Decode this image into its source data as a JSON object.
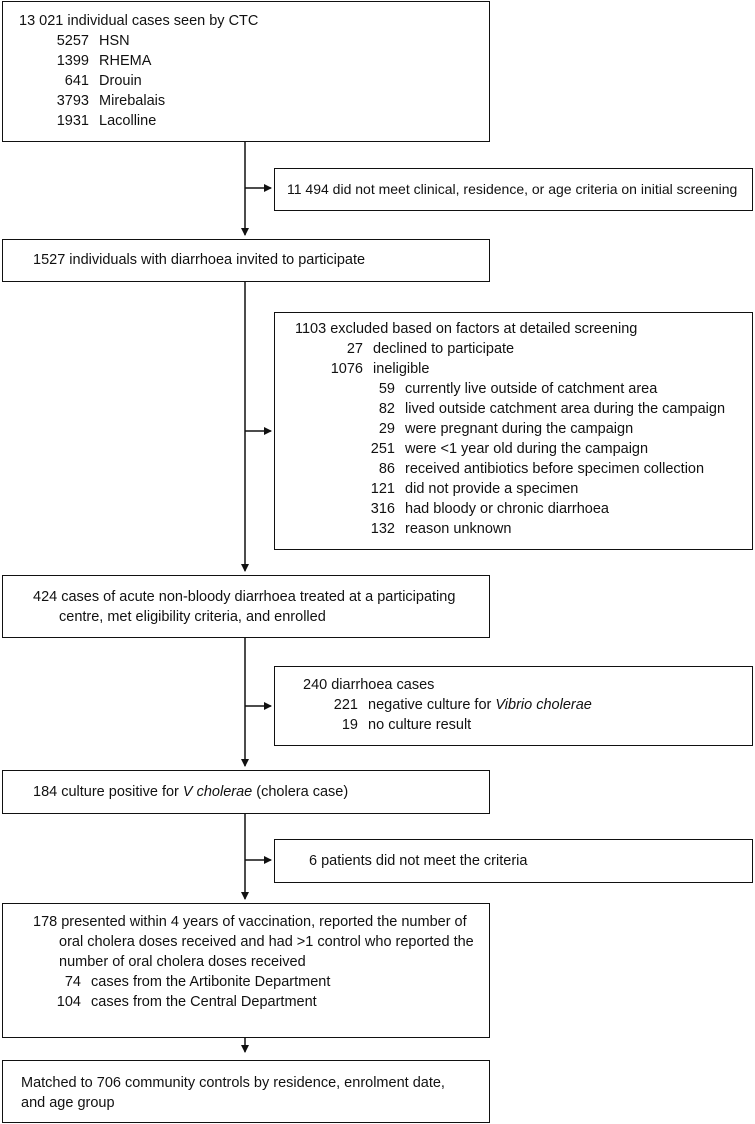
{
  "box1": {
    "title": "13 021 individual cases seen by CTC",
    "items": [
      {
        "num": "5257",
        "label": "HSN"
      },
      {
        "num": "1399",
        "label": "RHEMA"
      },
      {
        "num": "641",
        "label": "Drouin"
      },
      {
        "num": "3793",
        "label": "Mirebalais"
      },
      {
        "num": "1931",
        "label": "Lacolline"
      }
    ]
  },
  "excl1": {
    "text": "11 494 did not meet clinical, residence, or age criteria on initial screening"
  },
  "box2": {
    "text": "1527 individuals with diarrhoea invited to participate"
  },
  "excl2": {
    "title": "1103 excluded based on factors at detailed screening",
    "declined": {
      "num": "27",
      "label": "declined to participate"
    },
    "ineligible": {
      "num": "1076",
      "label": "ineligible"
    },
    "items": [
      {
        "num": "59",
        "label": "currently live outside of catchment area"
      },
      {
        "num": "82",
        "label": "lived outside catchment area during the campaign"
      },
      {
        "num": "29",
        "label": "were pregnant during the campaign"
      },
      {
        "num": "251",
        "label": "were <1 year old during the campaign"
      },
      {
        "num": "86",
        "label": "received antibiotics before specimen collection"
      },
      {
        "num": "121",
        "label": "did not provide a specimen"
      },
      {
        "num": "316",
        "label": "had bloody or chronic diarrhoea"
      },
      {
        "num": "132",
        "label": "reason unknown"
      }
    ]
  },
  "box3": {
    "line1": "424 cases of acute non-bloody diarrhoea treated at a participating",
    "line2": "centre, met eligibility criteria, and enrolled"
  },
  "excl3": {
    "title": "240 diarrhoea cases",
    "negative": {
      "num": "221",
      "label_prefix": "negative culture for ",
      "label_italic": "Vibrio cholerae"
    },
    "noresult": {
      "num": "19",
      "label": "no culture result"
    }
  },
  "box4": {
    "prefix": "184 culture positive for ",
    "italic": "V cholerae",
    "suffix": " (cholera case)"
  },
  "excl4": {
    "text": "6 patients did not meet the criteria"
  },
  "box5": {
    "line1": "178 presented within 4 years of vaccination, reported the number of",
    "line2": "oral cholera doses received and had >1 control who reported the",
    "line3": "number of oral cholera doses received",
    "items": [
      {
        "num": "74",
        "label": "cases from the Artibonite Department"
      },
      {
        "num": "104",
        "label": "cases from the Central Department"
      }
    ]
  },
  "box6": {
    "line1": "Matched to 706 community controls by residence, enrolment date,",
    "line2": "and age group"
  }
}
